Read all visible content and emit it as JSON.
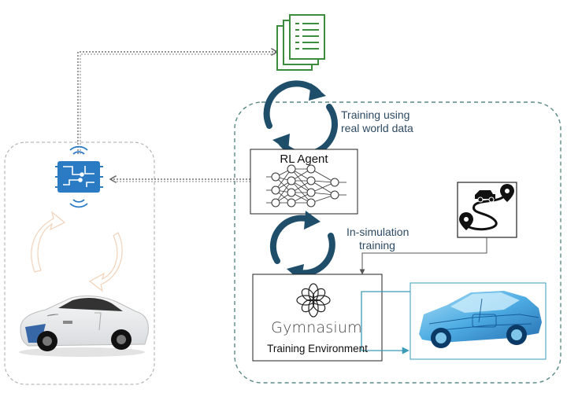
{
  "rl_agent": {
    "title": "RL Agent"
  },
  "real_world_training": {
    "line1": "Training using",
    "line2": "real world data"
  },
  "sim_training": {
    "line1": "In-simulation",
    "line2": "training"
  },
  "environment": {
    "name": "Gymnasium",
    "subtitle": "Training Environment"
  },
  "colors": {
    "cycle_arrow": "#1f4e6b",
    "dashed_border": "#5a8a86",
    "left_border": "#a0a0a0",
    "document_icon": "#3d8b3d",
    "chip_icon": "#2b7bc4",
    "sim_arrow": "#3a9bb8",
    "orange_cycle": "#f2d2b8"
  },
  "icons": [
    "document-icon",
    "chip-icon",
    "neural-network-icon",
    "route-map-icon",
    "gymnasium-logo-icon",
    "real-car-image",
    "simulated-car-image"
  ]
}
